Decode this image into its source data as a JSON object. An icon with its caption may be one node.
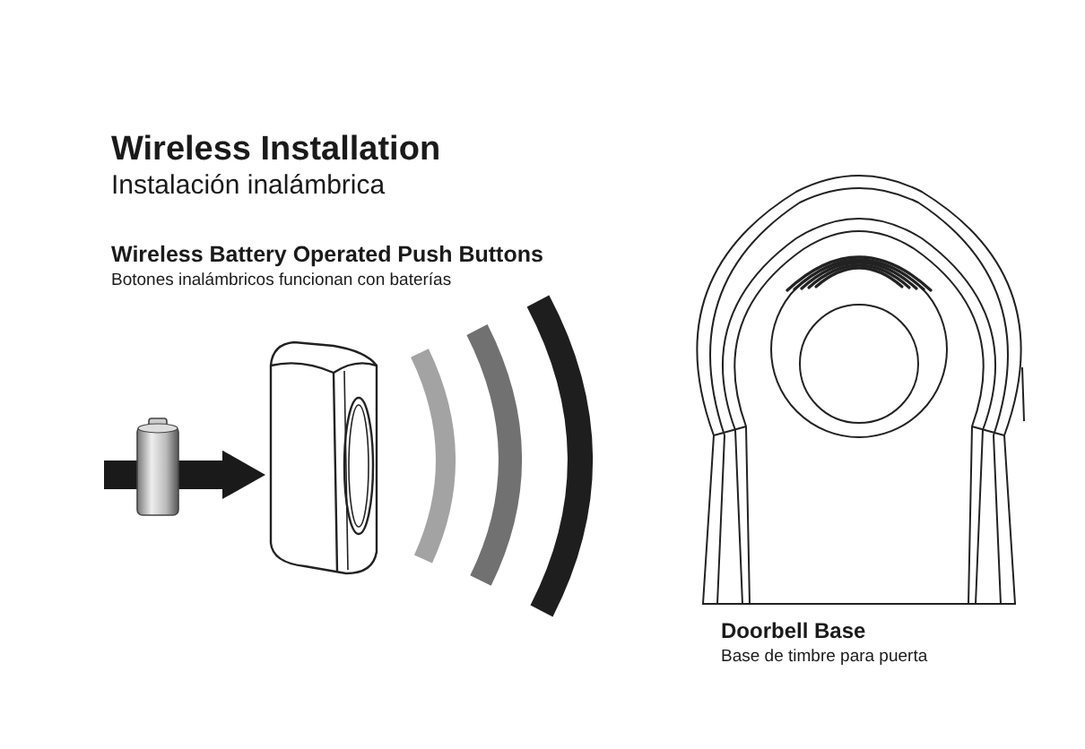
{
  "diagram": {
    "title": "Wireless Installation",
    "nodes": [
      {
        "text": [],
        "shape": "picture"
      },
      {
        "text": [],
        "shape": "picture"
      },
      {
        "text": [
          "Doorbell Base",
          "Base de timbre para puerta"
        ]
      }
    ],
    "edges": [
      {
        "from": 0,
        "to": 1,
        "arrow": "to"
      }
    ],
    "labels": [
      "Instalación inalámbrica",
      "Wireless Battery Operated Push Buttons",
      "Botones inalámbricos funcionan con baterías"
    ]
  }
}
